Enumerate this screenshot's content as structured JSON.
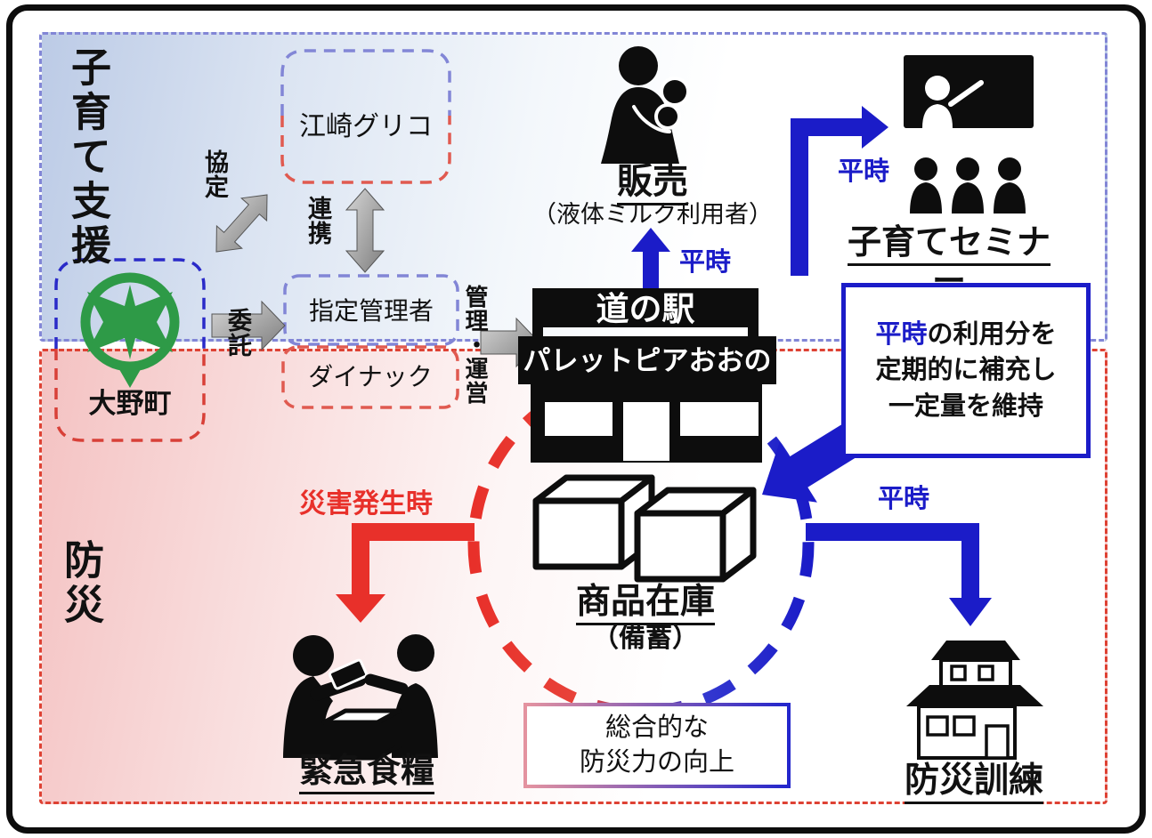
{
  "regions": {
    "childcare": {
      "label": "子育て支援"
    },
    "disaster": {
      "label": "防災"
    }
  },
  "nodes": {
    "glico": {
      "label": "江崎グリコ"
    },
    "ono_town": {
      "label": "大野町"
    },
    "designated_manager": {
      "label": "指定管理者"
    },
    "dynac": {
      "label": "ダイナック"
    },
    "station": {
      "line1": "道の駅",
      "line2": "パレットピアおおの"
    },
    "sales": {
      "label": "販売",
      "sub": "（液体ミルク利用者）"
    },
    "seminar": {
      "label": "子育てセミナー"
    },
    "stock": {
      "label": "商品在庫",
      "sub": "（備蓄）"
    },
    "emergency_food": {
      "label": "緊急食糧"
    },
    "drill": {
      "label": "防災訓練"
    }
  },
  "edges": {
    "agreement": "協定",
    "cooperation": "連携",
    "entrustment": "委託",
    "management": "管理・運営",
    "normal_time_sales": "平時",
    "normal_time_seminar": "平時",
    "normal_time_drill": "平時",
    "disaster_time": "災害発生時"
  },
  "callouts": {
    "replenish": {
      "highlight": "平時",
      "line1_rest": "の利用分を",
      "line2": "定期的に補充し",
      "line3": "一定量を維持"
    },
    "synergy": {
      "line1": "総合的な",
      "line2": "防災力の向上"
    }
  },
  "icons": {
    "mother_with_baby": "mother-with-baby-icon",
    "seminar_classroom": "seminar-classroom-icon",
    "station_building": "station-building-icon",
    "stock_boxes": "stock-boxes-icon",
    "food_handout": "food-handout-icon",
    "house": "house-icon",
    "town_emblem": "ono-town-emblem-icon",
    "gray_arrows": "gray-arrow-icon",
    "cycle_circle": "stock-cycle-dashed-circle"
  },
  "colors": {
    "blue": "#1b1cc8",
    "red": "#e8302a",
    "region_blue_border": "#8286d6",
    "region_red_border": "#de4234",
    "childcare_bg": "#bccbe6",
    "disaster_bg": "#f4c2c2",
    "emblem_green": "#2e9a47",
    "gray_arrow": "#9a9a9a"
  }
}
